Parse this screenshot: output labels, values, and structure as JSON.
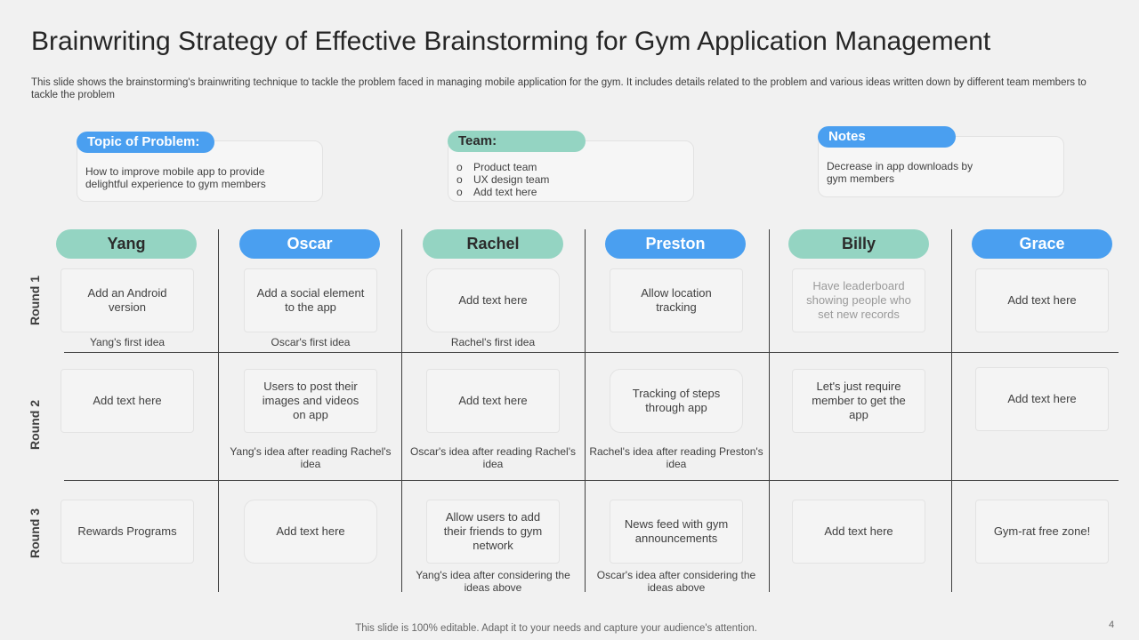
{
  "title": "Brainwriting Strategy of Effective Brainstorming for Gym Application Management",
  "subtitle": "This slide shows the brainstorming's brainwriting technique to tackle the problem faced in managing mobile application for the gym. It includes details related to the problem and various ideas written down by different team members to tackle the problem",
  "topic": {
    "label": "Topic of Problem:",
    "text": "How to improve mobile app to provide delightful experience to gym members"
  },
  "team": {
    "label": "Team:",
    "items": [
      "Product team",
      "UX design team",
      "Add text here"
    ]
  },
  "notes": {
    "label": "Notes",
    "text": "Decrease in app downloads by gym members"
  },
  "members": [
    "Yang",
    "Oscar",
    "Rachel",
    "Preston",
    "Billy",
    "Grace"
  ],
  "rounds": [
    "Round 1",
    "Round 2",
    "Round 3"
  ],
  "cells": {
    "round1": [
      "Add an Android version",
      "Add a social element to the app",
      "Add text here",
      "Allow location tracking",
      "Have leaderboard showing people who set new records",
      "Add text here"
    ],
    "round2": [
      "Add text here",
      "Users to post their images and videos on app",
      "Add text here",
      "Tracking of steps through app",
      "Let's just require member to get the app",
      "Add text here"
    ],
    "round3": [
      "Rewards Programs",
      "Add text here",
      "Allow users to add their friends to gym network",
      "News feed with gym announcements",
      "Add text here",
      "Gym-rat free zone!"
    ]
  },
  "captions": {
    "round1": [
      "Yang's first idea",
      "Oscar's first idea",
      "Rachel's first idea"
    ],
    "round2": [
      "Yang's idea after reading Rachel's idea",
      "Oscar's idea after reading Rachel's idea",
      "Rachel's idea after reading Preston's idea"
    ],
    "round3": [
      "Yang's idea after considering the ideas above",
      "Oscar's idea after considering the ideas above"
    ]
  },
  "footer": "This slide is 100% editable. Adapt it to your needs and capture your audience's attention.",
  "page_number": "4",
  "colors": {
    "blue": "#4a9ff0",
    "teal": "#94d4c2",
    "background": "#f1f1f1"
  }
}
